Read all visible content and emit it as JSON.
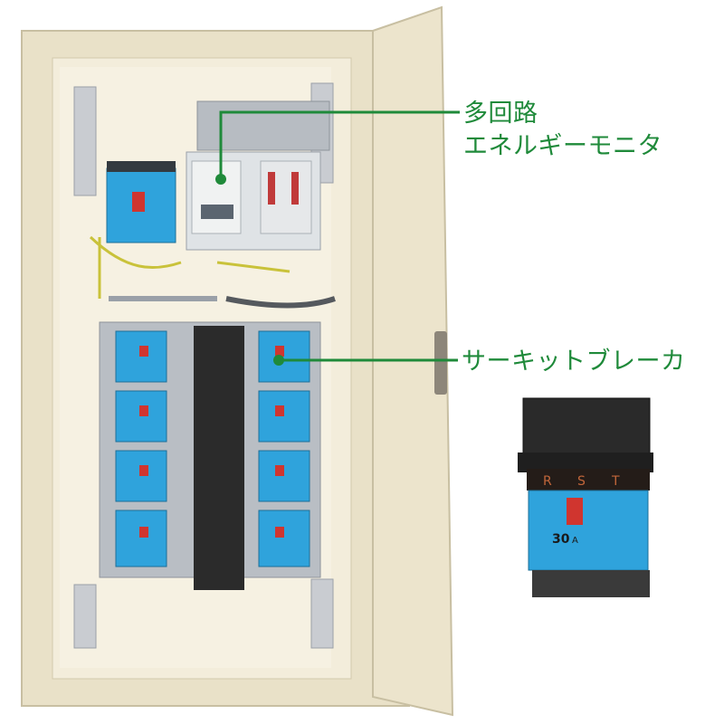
{
  "callouts": {
    "monitor_line1": "多回路",
    "monitor_line2": "エネルギーモニタ",
    "breaker": "サーキットブレーカ"
  },
  "breaker_face": {
    "rating": "30",
    "unit": "A",
    "phases": [
      "R",
      "S",
      "T"
    ]
  },
  "colors": {
    "callout_green": "#1f8a3a",
    "cabinet_beige": "#ece4cc",
    "breaker_blue": "#2fa3dc"
  }
}
